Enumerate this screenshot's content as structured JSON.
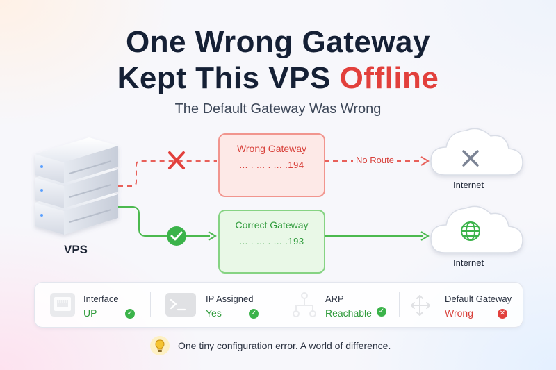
{
  "title": {
    "line1": "One Wrong Gateway",
    "line2_prefix": "Kept This VPS ",
    "line2_highlight": "Offline"
  },
  "subtitle": "The Default Gateway Was Wrong",
  "server": {
    "label": "VPS",
    "icon": "server-stack-icon"
  },
  "wrong_path": {
    "box_title": "Wrong Gateway",
    "ip": "... . ... . ... .194",
    "route_label": "No Route",
    "cloud_label": "Internet",
    "marker_icon": "red-x-icon",
    "cloud_icon": "x-mark-icon"
  },
  "correct_path": {
    "box_title": "Correct Gateway",
    "ip": "... . ... . ... .193",
    "cloud_label": "Internet",
    "marker_icon": "green-check-icon",
    "cloud_icon": "globe-icon"
  },
  "status": [
    {
      "key": "Interface",
      "value": "UP",
      "state": "ok",
      "icon": "ethernet-port-icon"
    },
    {
      "key": "IP Assigned",
      "value": "Yes",
      "state": "ok",
      "icon": "terminal-icon"
    },
    {
      "key": "ARP",
      "value": "Reachable",
      "state": "ok",
      "icon": "network-nodes-icon"
    },
    {
      "key": "Default Gateway",
      "value": "Wrong",
      "state": "bad",
      "icon": "route-arrows-icon"
    }
  ],
  "footer": "One tiny configuration error. A world of difference.",
  "colors": {
    "red": "#e2403c",
    "green": "#3bb34a",
    "navy": "#152035"
  }
}
